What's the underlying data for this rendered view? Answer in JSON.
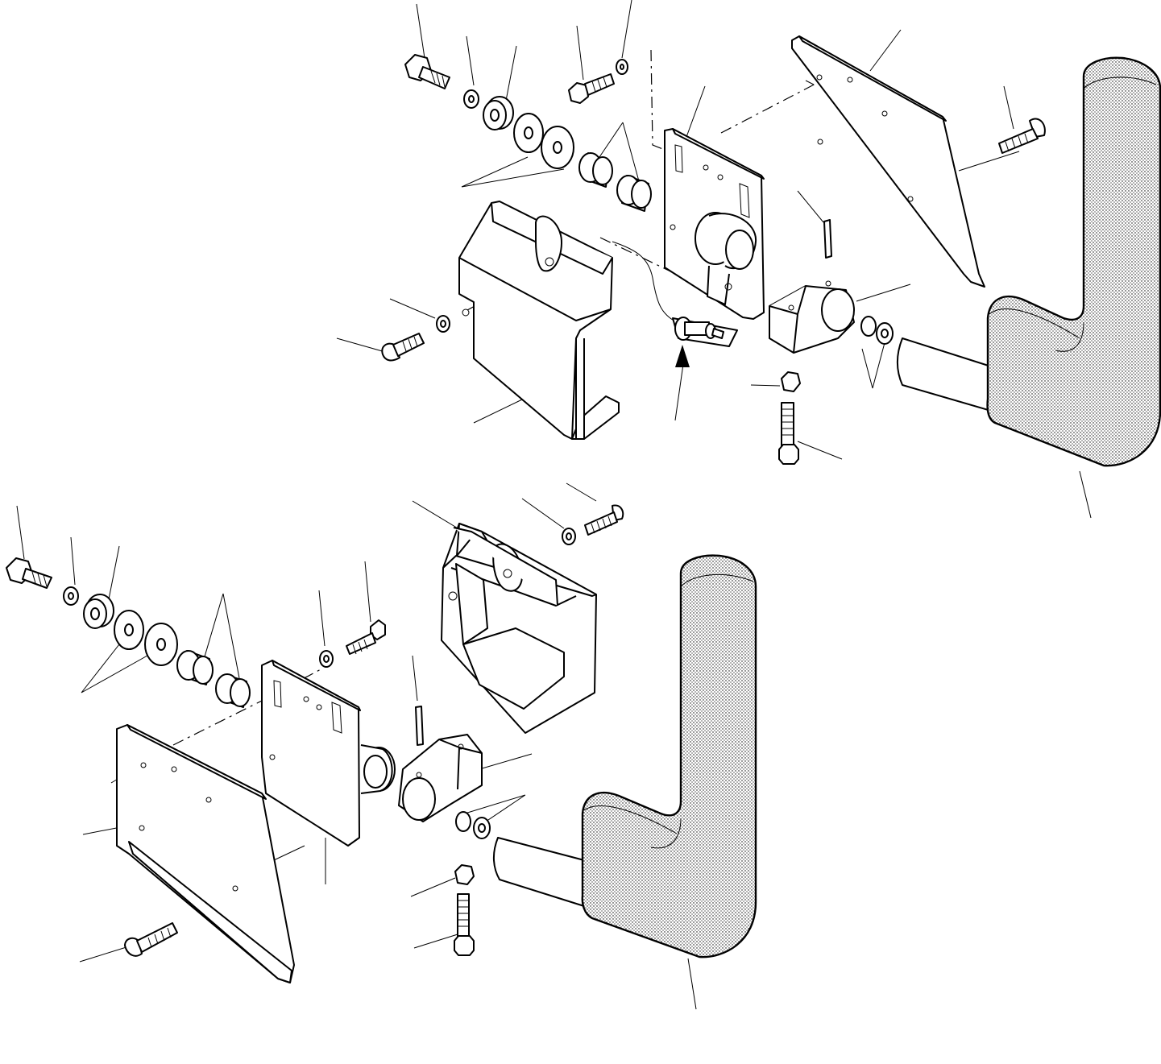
{
  "figure": {
    "kind": "exploded-parts-diagram",
    "assemblies": [
      "upper-pedal-assembly",
      "lower-pedal-assembly"
    ],
    "colors": {
      "line": "#000000",
      "background": "#ffffff",
      "stipple": "#000000"
    }
  }
}
